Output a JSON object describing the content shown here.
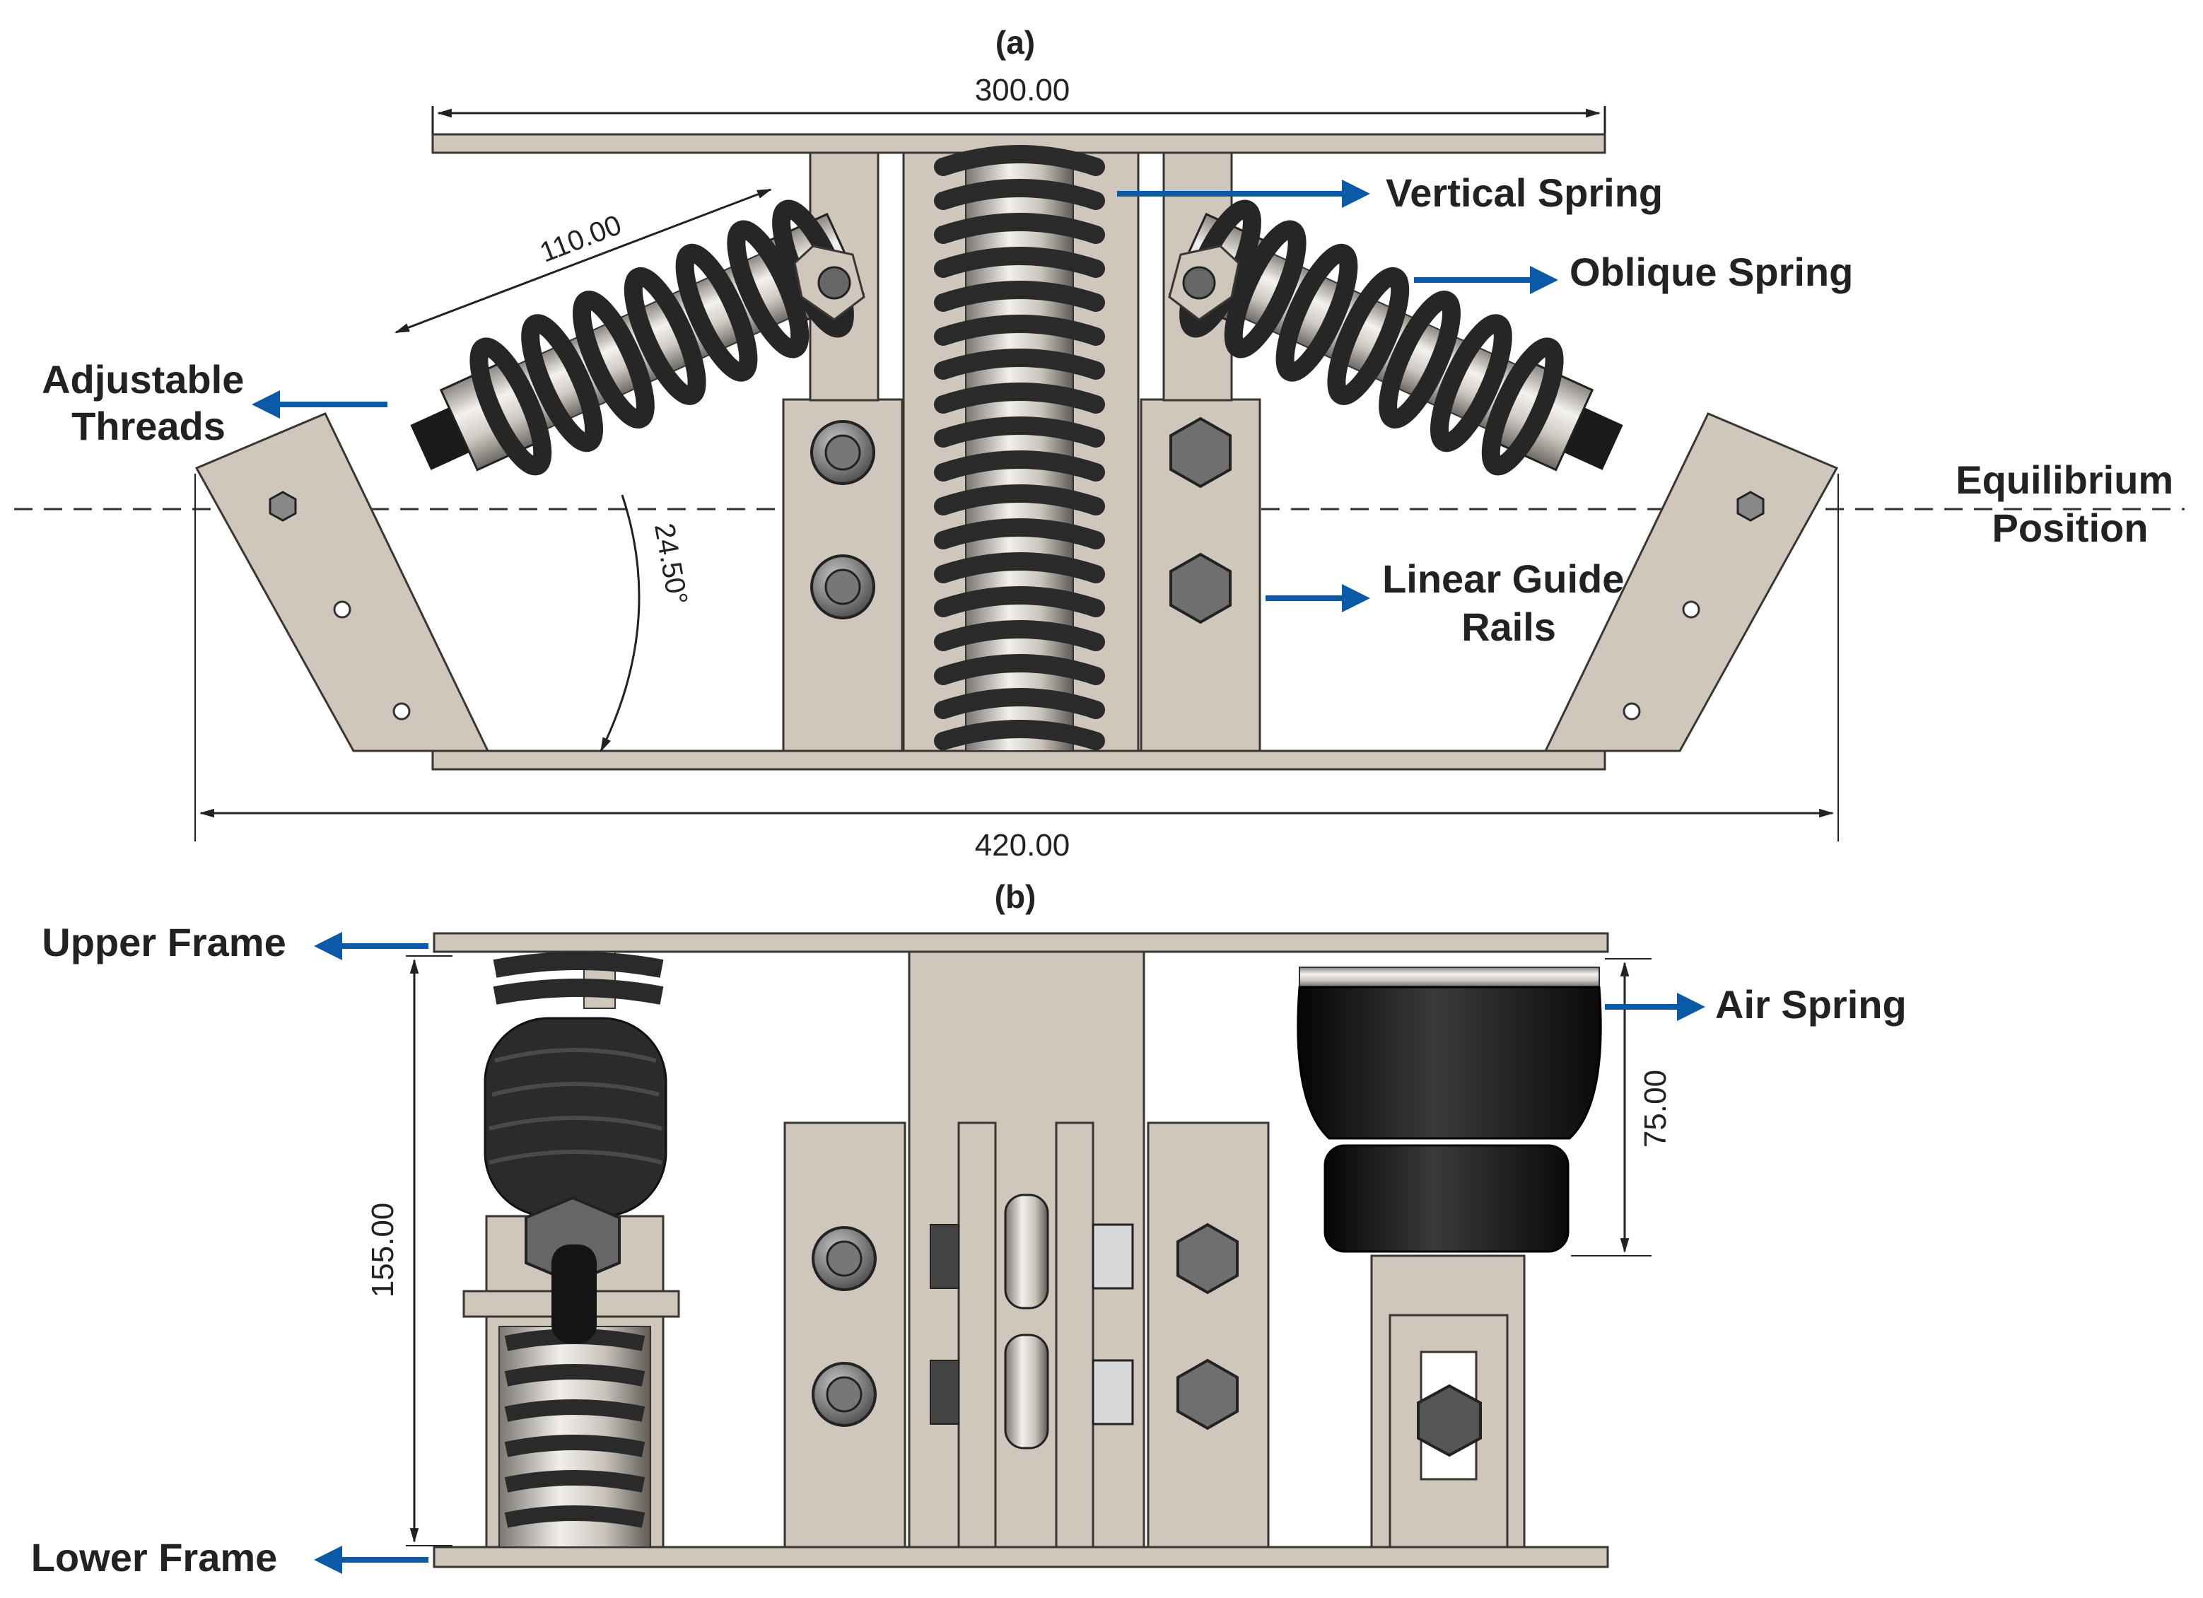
{
  "panels": {
    "a": {
      "caption": "(a)",
      "dimensions": {
        "top_width": "300.00",
        "spring_length": "110.00",
        "angle": "24.50°",
        "base_width": "420.00"
      },
      "labels": {
        "vertical_spring": "Vertical Spring",
        "oblique_spring": "Oblique Spring",
        "adjustable_threads": [
          "Adjustable",
          "Threads"
        ],
        "equilibrium": [
          "Equilibrium",
          "Position"
        ],
        "linear_guide": [
          "Linear Guide",
          "Rails"
        ]
      }
    },
    "b": {
      "caption": "(b)",
      "dimensions": {
        "height": "155.00",
        "air_spring_height": "75.00"
      },
      "labels": {
        "upper_frame": "Upper Frame",
        "lower_frame": "Lower Frame",
        "air_spring": "Air Spring"
      }
    }
  },
  "colors": {
    "frame": "#cfc6bc",
    "frame_stroke": "#3a3632",
    "arrow": "#0b5aa8",
    "spring": "#2a2a2a",
    "damper": "#d9d4cf",
    "air_spring": "#141414"
  }
}
